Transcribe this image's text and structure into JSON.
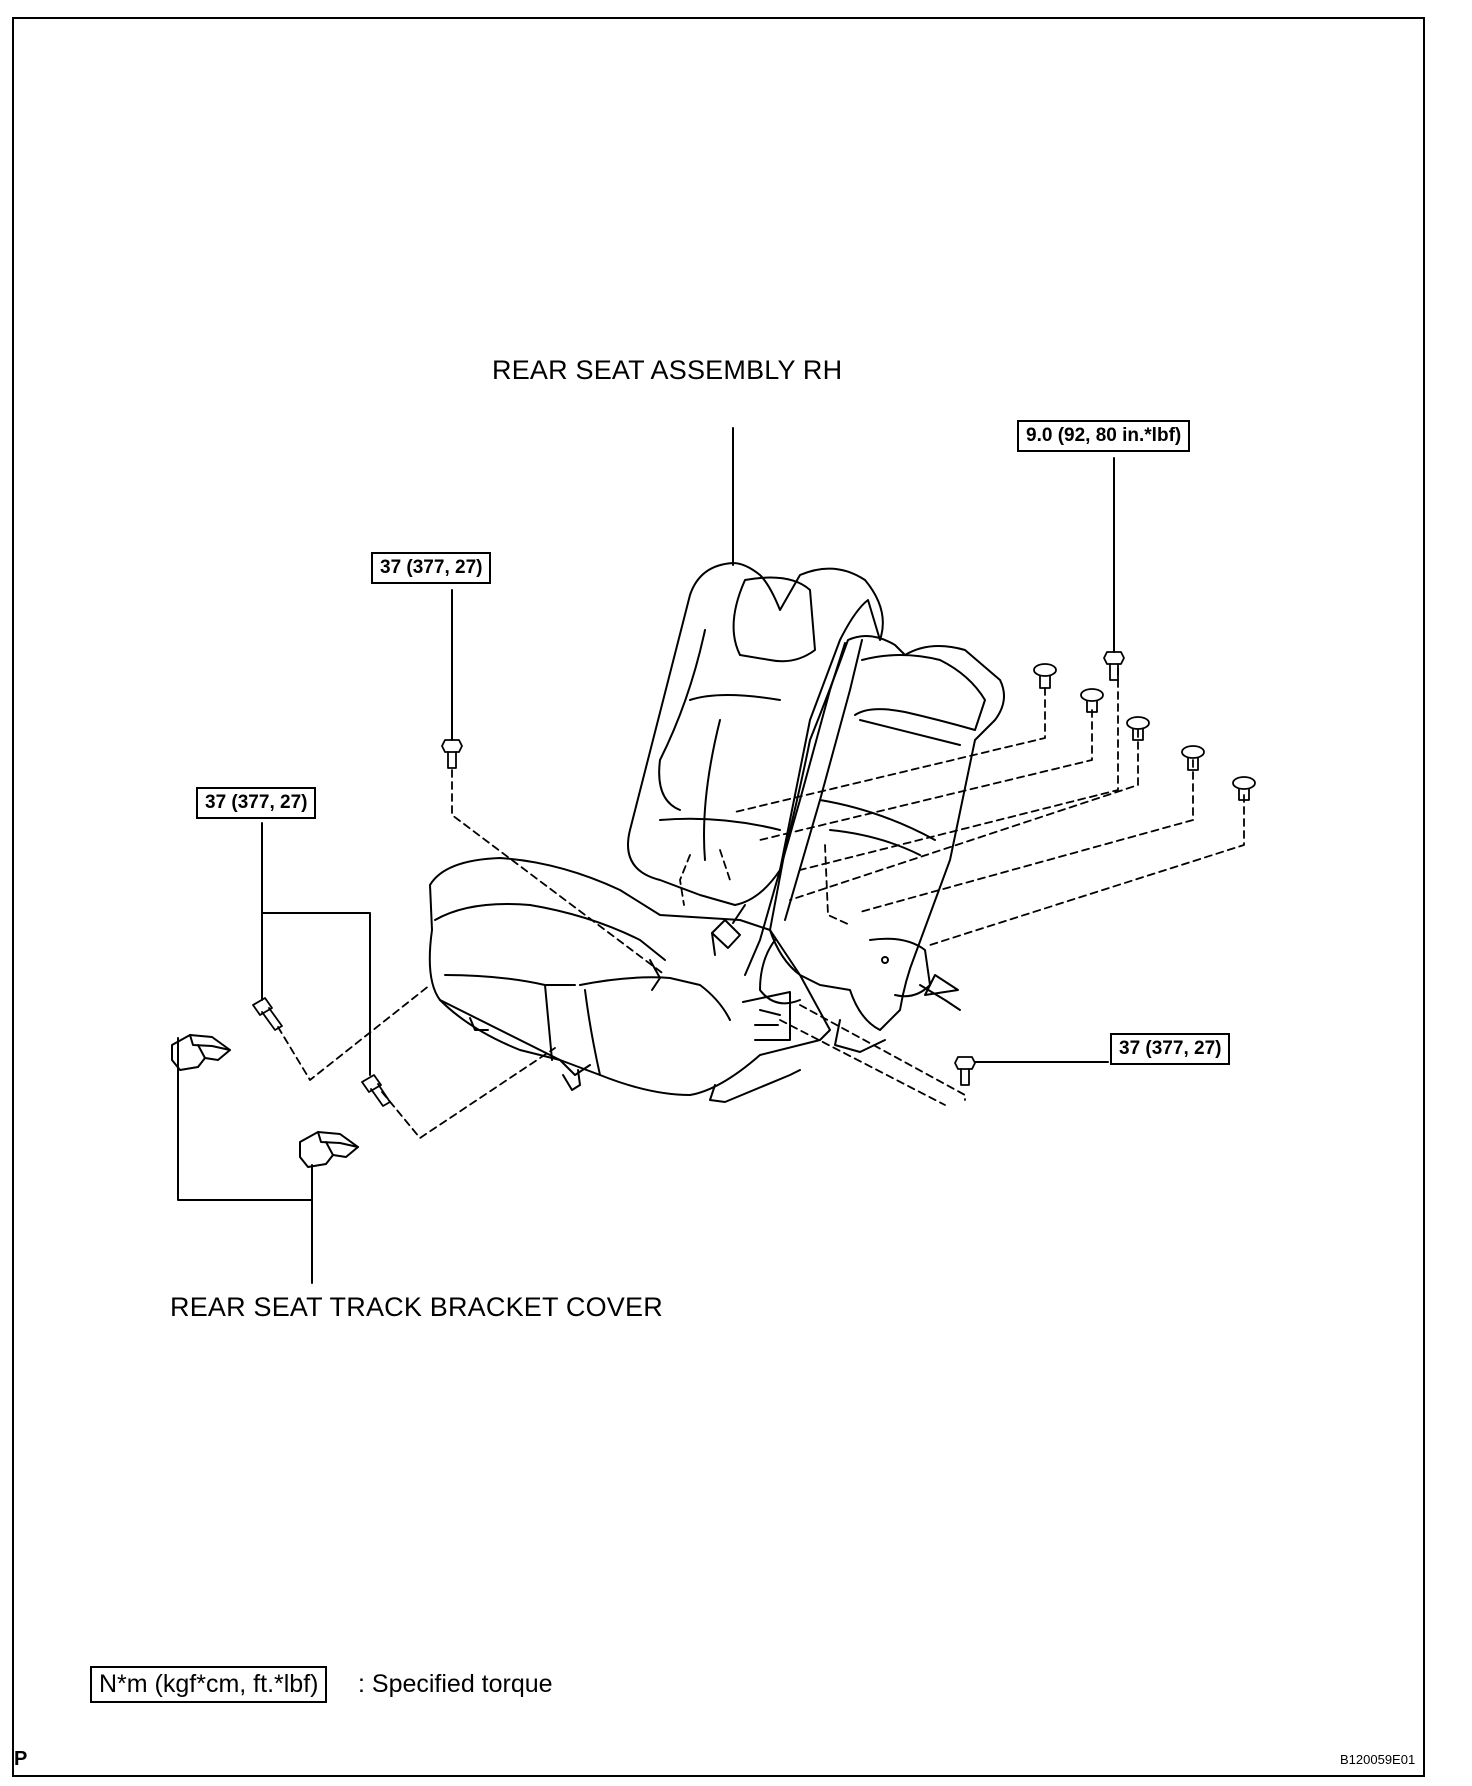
{
  "labels": {
    "seat_assembly": "REAR SEAT ASSEMBLY RH",
    "track_bracket_cover": "REAR SEAT TRACK BRACKET COVER"
  },
  "torque_specs": {
    "upper_right": "9.0 (92, 80 in.*lbf)",
    "upper_left": "37 (377, 27)",
    "left": "37 (377, 27)",
    "lower_right": "37 (377, 27)"
  },
  "legend": {
    "unit_box": "N*m (kgf*cm, ft.*lbf)",
    "description": ": Specified torque"
  },
  "corner": {
    "left_mark": "P",
    "figure_id": "B120059E01"
  }
}
